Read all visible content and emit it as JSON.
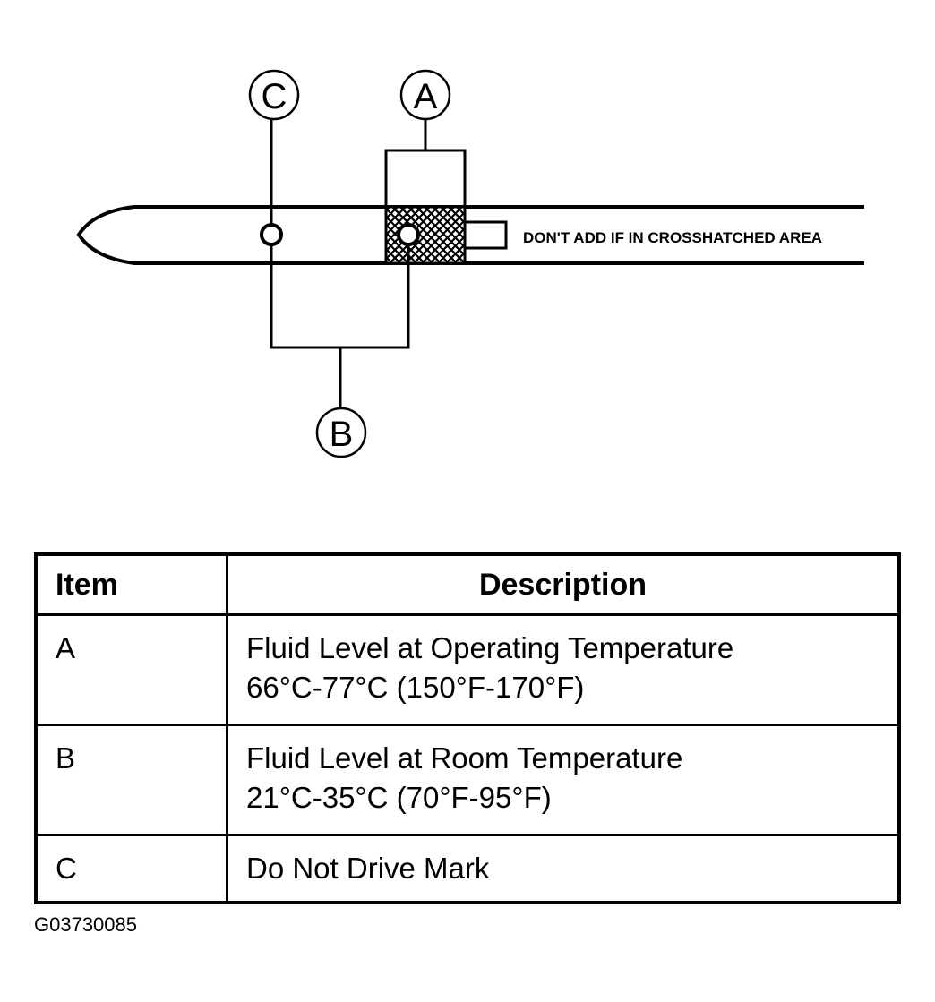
{
  "diagram": {
    "callouts": {
      "a": "A",
      "b": "B",
      "c": "C"
    },
    "note": "DON'T ADD IF IN CROSSHATCHED AREA"
  },
  "legend": {
    "header_item": "Item",
    "header_description": "Description",
    "rows": [
      {
        "item": "A",
        "description_line1": "Fluid Level at Operating Temperature",
        "description_line2": "66°C-77°C (150°F-170°F)"
      },
      {
        "item": "B",
        "description_line1": "Fluid Level at Room Temperature",
        "description_line2": "21°C-35°C (70°F-95°F)"
      },
      {
        "item": "C",
        "description_line1": "Do Not Drive Mark",
        "description_line2": ""
      }
    ]
  },
  "figure_id": "G03730085"
}
